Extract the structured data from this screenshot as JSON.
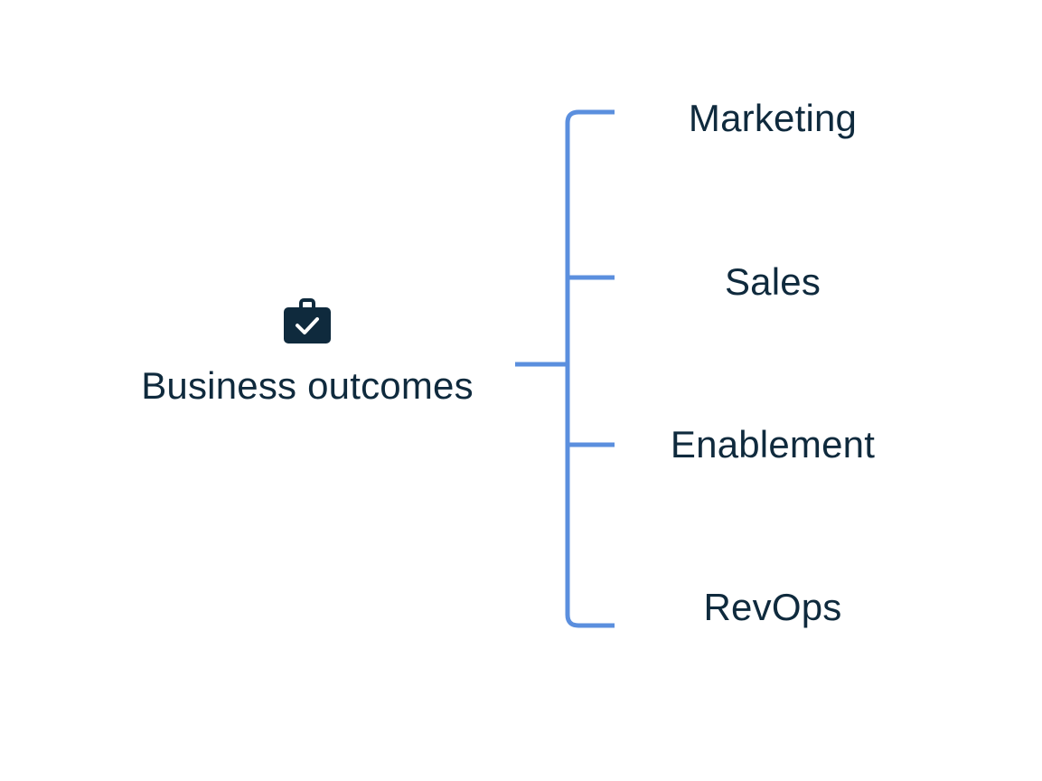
{
  "diagram": {
    "root": {
      "label": "Business outcomes",
      "icon": "briefcase-check-icon"
    },
    "branches": [
      {
        "label": "Marketing"
      },
      {
        "label": "Sales"
      },
      {
        "label": "Enablement"
      },
      {
        "label": "RevOps"
      }
    ],
    "colors": {
      "connector": "#5b8fde",
      "text": "#0f2a3d",
      "icon": "#0f2a3d"
    }
  }
}
